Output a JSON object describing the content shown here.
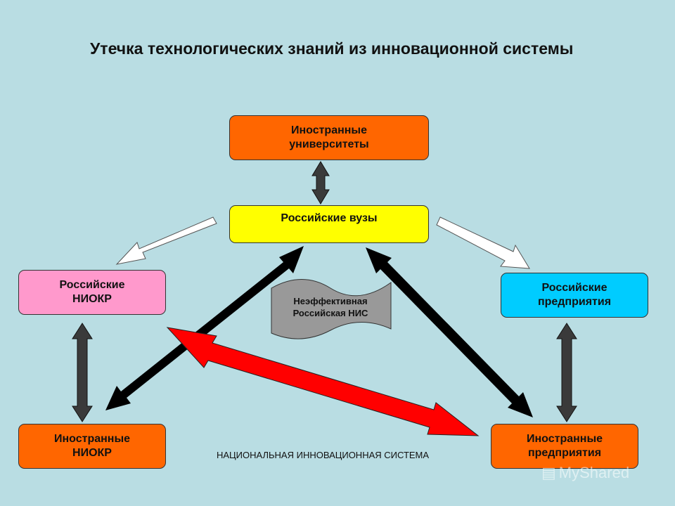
{
  "title": "Утечка технологических знаний из инновационной системы",
  "nodes": {
    "foreign_universities": "Иностранные\nуниверситеты",
    "russian_universities": "Российские вузы",
    "russian_rnd": "Российские\nНИОКР",
    "russian_enterprises": "Российские\nпредприятия",
    "foreign_rnd": "Иностранные\nНИОКР",
    "foreign_enterprises": "Иностранные\nпредприятия"
  },
  "flag_label": "Неэффективная\nРоссийская НИС",
  "footer_label": "НАЦИОНАЛЬНАЯ ИННОВАЦИОННАЯ СИСТЕМА",
  "watermark": "MyShared",
  "colors": {
    "background": "#b9dde3",
    "orange": "#ff6600",
    "yellow": "#ffff00",
    "pink": "#ff99cc",
    "cyan": "#00ccff",
    "red_arrow": "#ff0000",
    "dark_arrow": "#3a3a3a",
    "flag": "#999999"
  },
  "icons": {
    "bidirectional": "double-headed-arrow",
    "hollow": "hollow-arrow",
    "watermark": "presentation-icon"
  }
}
